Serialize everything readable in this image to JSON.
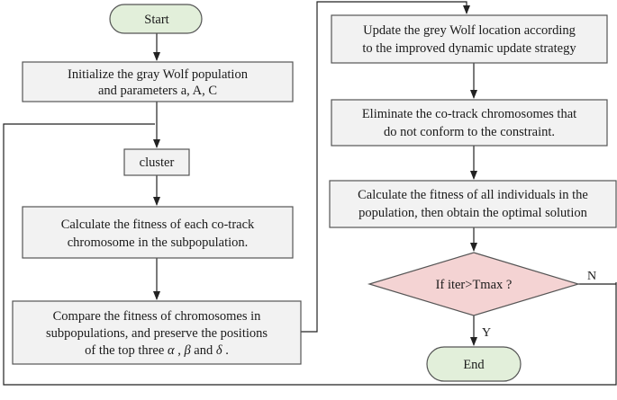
{
  "flowchart": {
    "start": {
      "label": "Start"
    },
    "init": {
      "lines": [
        "Initialize the gray Wolf population",
        "and parameters a, A, C"
      ]
    },
    "cluster": {
      "label": "cluster"
    },
    "fitness_sub": {
      "lines": [
        "Calculate the fitness of each co-track",
        "chromosome in the subpopulation."
      ]
    },
    "compare": {
      "line1": "Compare the fitness of chromosomes in",
      "line2": "subpopulations, and preserve the positions",
      "line3_prefix": "of the top three ",
      "alpha": "α",
      "sep1": " , ",
      "beta": "β",
      "and": " and ",
      "delta": "δ",
      "suffix": " ."
    },
    "update": {
      "lines": [
        "Update the grey Wolf location according",
        "to the improved dynamic update strategy"
      ]
    },
    "eliminate": {
      "lines": [
        "Eliminate the co-track chromosomes that",
        "do not conform to the constraint."
      ]
    },
    "fitness_all": {
      "lines": [
        "Calculate the fitness of all individuals in the",
        "population, then obtain the optimal solution"
      ]
    },
    "decision": {
      "label": "If iter>Tmax ?"
    },
    "yes_label": "Y",
    "no_label": "N",
    "end": {
      "label": "End"
    }
  },
  "colors": {
    "box_fill": "#f2f2f2",
    "terminal_fill": "#e2efda",
    "decision_fill": "#f4d3d3",
    "stroke": "#555555",
    "arrow": "#222222"
  }
}
